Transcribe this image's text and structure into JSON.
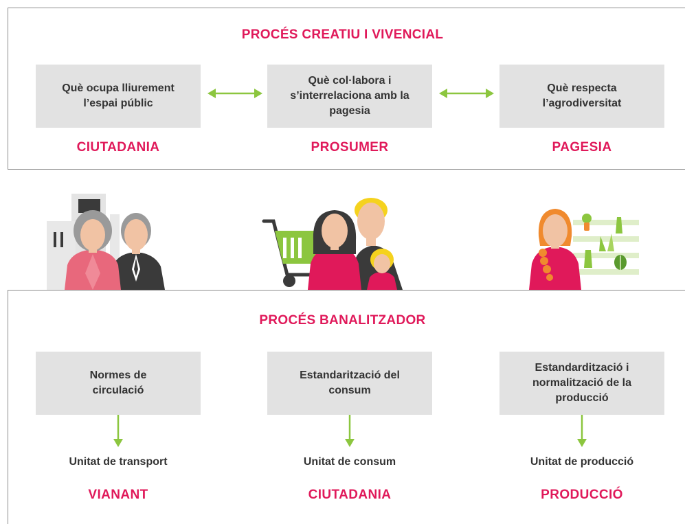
{
  "top": {
    "title": "PROCÉS CREATIU I VIVENCIAL",
    "columns": [
      {
        "box_text": "Què ocupa lliurement l’espai públic",
        "label": "CIUTADANIA"
      },
      {
        "box_text": "Què col·labora i s’interrelaciona amb la pagesia",
        "label": "PROSUMER"
      },
      {
        "box_text": "Què respecta l’agrodiversitat",
        "label": "PAGESIA"
      }
    ]
  },
  "bottom": {
    "title": "PROCÉS BANALITZADOR",
    "columns": [
      {
        "box_text": "Normes de circulació",
        "unit": "Unitat de transport",
        "label": "VIANANT"
      },
      {
        "box_text": "Estandarització del consum",
        "unit": "Unitat de consum",
        "label": "CIUTADANIA"
      },
      {
        "box_text": "Estandardització i normalització de la producció",
        "unit": "Unitat de producció",
        "label": "PRODUCCIÓ"
      }
    ]
  },
  "colors": {
    "accent_pink": "#e0195a",
    "arrow_green": "#8cc63f",
    "box_grey": "#e2e2e2",
    "border_grey": "#8c8c8c"
  },
  "illustrations": {
    "left": "elderly-couple-with-buildings",
    "middle": "family-with-shopping-cart",
    "right": "farmer-woman-with-vegetable-garden"
  }
}
